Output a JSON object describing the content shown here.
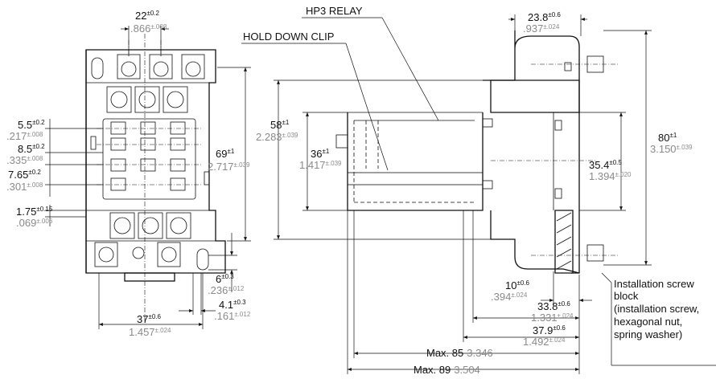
{
  "labels": {
    "hp3_relay": "HP3 RELAY",
    "hold_down_clip": "HOLD DOWN CLIP",
    "installation_1": "Installation screw",
    "installation_2": "block",
    "installation_3": "(installation screw,",
    "installation_4": "hexagonal nut,",
    "installation_5": "spring washer)"
  },
  "dims": {
    "d22": {
      "mm": "22",
      "mm_tol": "±0.2",
      "in": ".866",
      "in_tol": "±.008"
    },
    "d5_5": {
      "mm": "5.5",
      "mm_tol": "±0.2",
      "in": ".217",
      "in_tol": "±.008"
    },
    "d8_5": {
      "mm": "8.5",
      "mm_tol": "±0.2",
      "in": ".335",
      "in_tol": "±.008"
    },
    "d7_65": {
      "mm": "7.65",
      "mm_tol": "±0.2",
      "in": ".301",
      "in_tol": "±.008"
    },
    "d1_75": {
      "mm": "1.75",
      "mm_tol": "±0.15",
      "in": ".069",
      "in_tol": "±.006"
    },
    "d69": {
      "mm": "69",
      "mm_tol": "±1",
      "in": "2.717",
      "in_tol": "±.039"
    },
    "d6": {
      "mm": "6",
      "mm_tol": "±0.3",
      "in": ".236",
      "in_tol": "±.012"
    },
    "d4_1": {
      "mm": "4.1",
      "mm_tol": "±0.3",
      "in": ".161",
      "in_tol": "±.012"
    },
    "d37": {
      "mm": "37",
      "mm_tol": "±0.6",
      "in": "1.457",
      "in_tol": "±.024"
    },
    "d58": {
      "mm": "58",
      "mm_tol": "±1",
      "in": "2.283",
      "in_tol": "±.039"
    },
    "d36": {
      "mm": "36",
      "mm_tol": "±1",
      "in": "1.417",
      "in_tol": "±.039"
    },
    "d23_8": {
      "mm": "23.8",
      "mm_tol": "±0.6",
      "in": ".937",
      "in_tol": "±.024"
    },
    "d80": {
      "mm": "80",
      "mm_tol": "±1",
      "in": "3.150",
      "in_tol": "±.039"
    },
    "d35_4": {
      "mm": "35.4",
      "mm_tol": "±0.5",
      "in": "1.394",
      "in_tol": "±.020"
    },
    "d10": {
      "mm": "10",
      "mm_tol": "±0.6",
      "in": ".394",
      "in_tol": "±.024"
    },
    "d33_8": {
      "mm": "33.8",
      "mm_tol": "±0.6",
      "in": "1.331",
      "in_tol": "±.024"
    },
    "d37_9": {
      "mm": "37.9",
      "mm_tol": "±0.6",
      "in": "1.492",
      "in_tol": "±.024"
    },
    "max85": {
      "mm": "Max. 85",
      "in": "3.346"
    },
    "max89": {
      "mm": "Max. 89",
      "in": "3.504"
    }
  }
}
